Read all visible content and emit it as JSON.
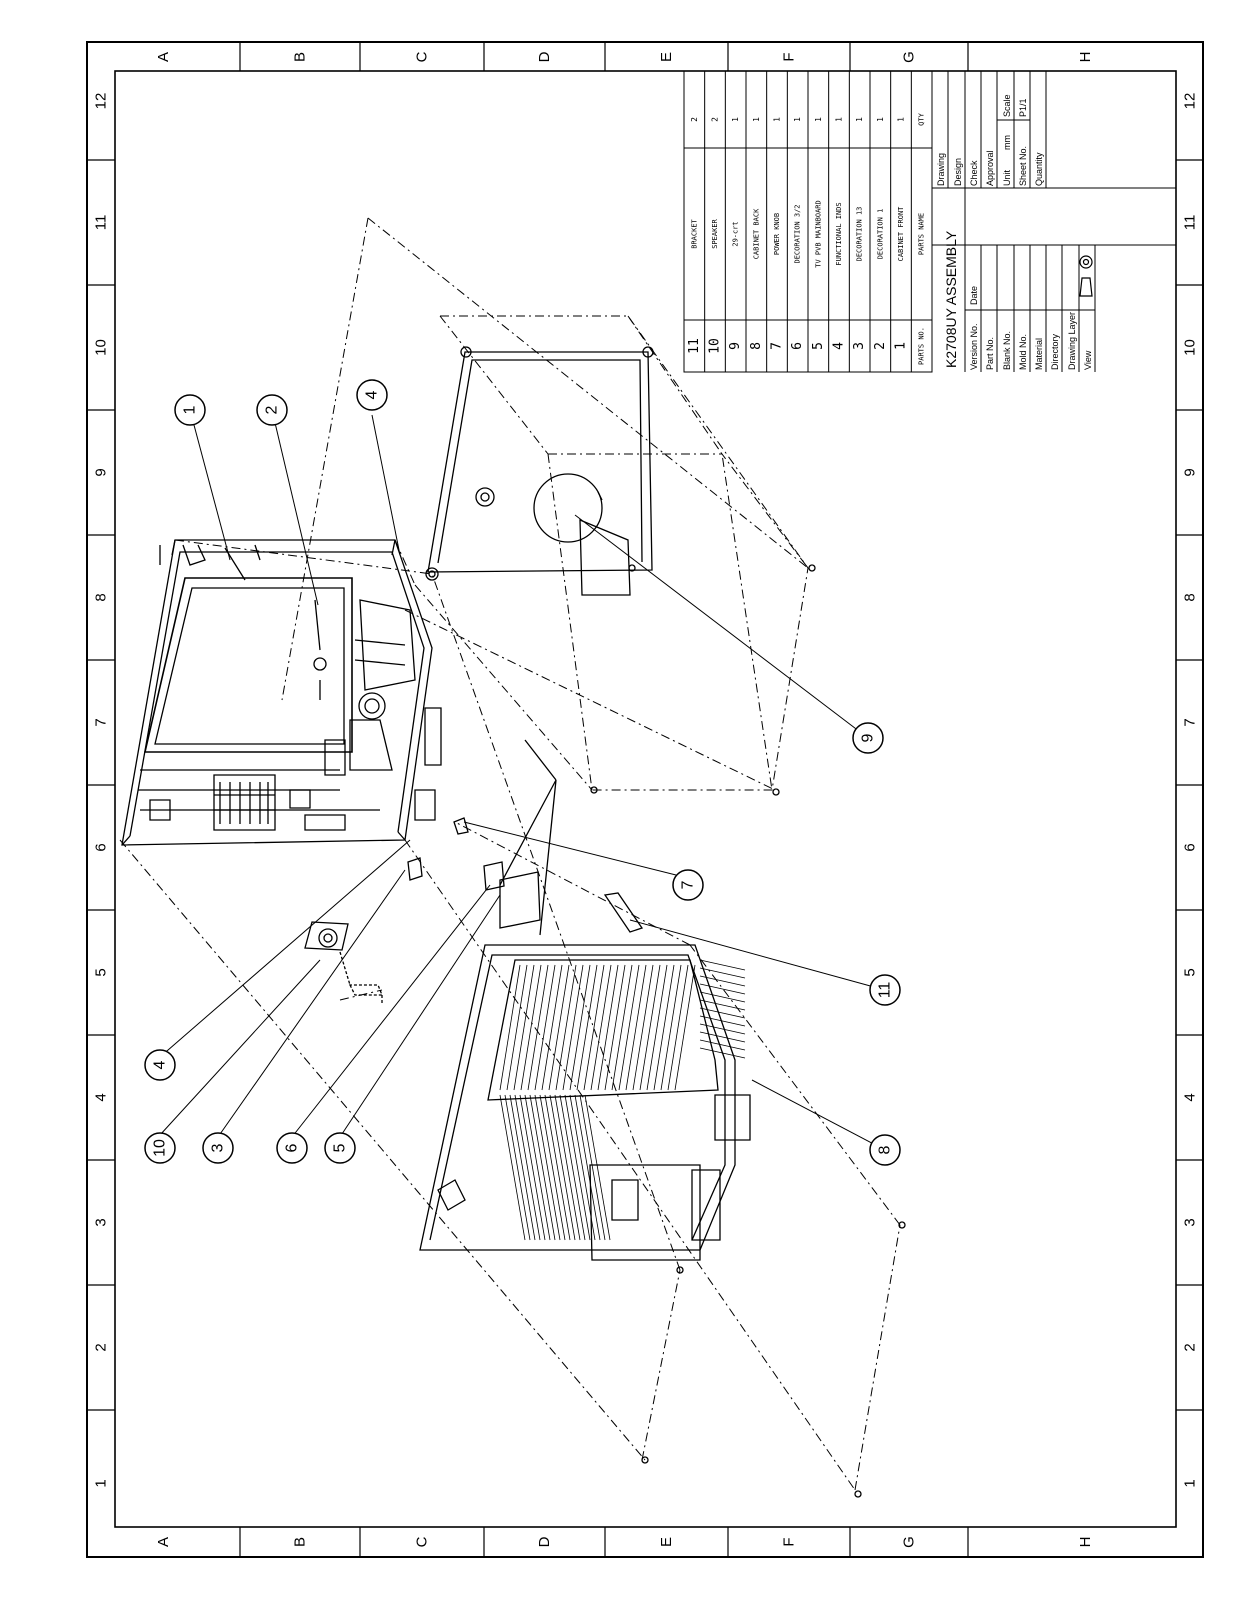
{
  "drawing": {
    "title": "K2708UY ASSEMBLY"
  },
  "grid": {
    "row_letters": [
      "A",
      "B",
      "C",
      "D",
      "E",
      "F",
      "G",
      "H"
    ],
    "col_numbers": [
      "12",
      "11",
      "10",
      "9",
      "8",
      "7",
      "6",
      "5",
      "4",
      "3",
      "2",
      "1"
    ]
  },
  "parts_table": {
    "header": {
      "no": "PARTS NO.",
      "name": "PARTS NAME",
      "qty": "QTY"
    },
    "rows": [
      {
        "no": "11",
        "name": "BRACKET",
        "qty": "2"
      },
      {
        "no": "10",
        "name": "SPEAKER",
        "qty": "2"
      },
      {
        "no": "9",
        "name": "29-crt",
        "qty": "1"
      },
      {
        "no": "8",
        "name": "CABINET BACK",
        "qty": "1"
      },
      {
        "no": "7",
        "name": "POWER KNOB",
        "qty": "1"
      },
      {
        "no": "6",
        "name": "DECORATION 3/2",
        "qty": "1"
      },
      {
        "no": "5",
        "name": "TV PVB MAINBOARD",
        "qty": "1"
      },
      {
        "no": "4",
        "name": "FUNCTIONAL INDS",
        "qty": "1"
      },
      {
        "no": "3",
        "name": "DECORATION 13",
        "qty": "1"
      },
      {
        "no": "2",
        "name": "DECORATION 1",
        "qty": "1"
      },
      {
        "no": "1",
        "name": "CABINET FRONT",
        "qty": "1"
      }
    ]
  },
  "title_block": {
    "version_no": "Version No.",
    "part_no": "Part No.",
    "blank_no": "Blank No.",
    "mold_no": "Mold No.",
    "material": "Material",
    "directory": "Directory",
    "drawing_layer": "Drawing Layer",
    "view": "View",
    "date": "Date",
    "drawing": "Drawing",
    "design": "Design",
    "check": "Check",
    "approval": "Approval",
    "unit": "Unit",
    "unit_value": "mm",
    "scale": "Scale",
    "sheet_no": "Sheet No.",
    "sheet_value": "P1/1",
    "quantity": "Quantity"
  },
  "balloons": [
    {
      "label": "1",
      "value": "1"
    },
    {
      "label": "2",
      "value": "2"
    },
    {
      "label": "4a",
      "value": "4"
    },
    {
      "label": "4b",
      "value": "4"
    },
    {
      "label": "10",
      "value": "10"
    },
    {
      "label": "3",
      "value": "3"
    },
    {
      "label": "6",
      "value": "6"
    },
    {
      "label": "5",
      "value": "5"
    },
    {
      "label": "7",
      "value": "7"
    },
    {
      "label": "9",
      "value": "9"
    },
    {
      "label": "11",
      "value": "11"
    },
    {
      "label": "8",
      "value": "8"
    }
  ]
}
